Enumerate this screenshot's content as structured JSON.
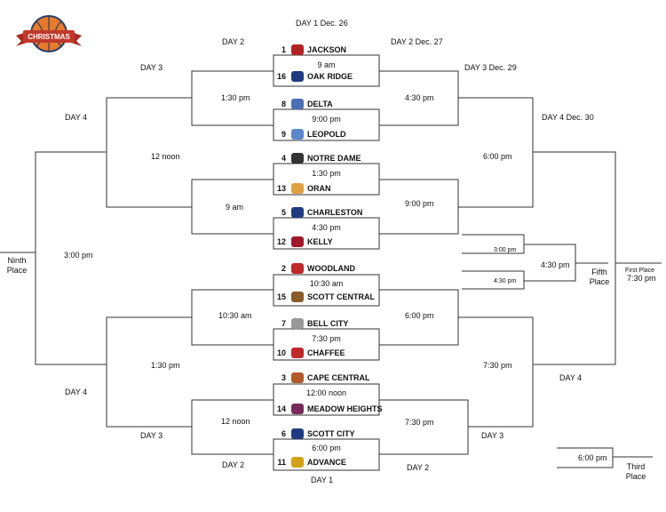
{
  "logo": {
    "text": "CHRISTMAS",
    "colors": {
      "ball": "#e77a2b",
      "ribbon": "#c0392b",
      "rim": "#2c3e66"
    }
  },
  "labels": {
    "day1_top": "DAY 1   Dec. 26",
    "day2_left_top": "DAY 2",
    "day2_right_top": "DAY 2  Dec. 27",
    "day3_left_top": "DAY 3",
    "day3_right_top": "DAY 3  Dec. 29",
    "day4_left_top": "DAY 4",
    "day4_right_top": "DAY 4  Dec. 30",
    "day4_left_bottom": "DAY 4",
    "day4_right_bottom": "DAY 4",
    "day3_left_bottom": "DAY 3",
    "day3_right_bottom": "DAY 3",
    "day2_left_bottom": "DAY 2",
    "day2_right_bottom": "DAY 2",
    "day1_bottom": "DAY 1",
    "ninth_place": "Ninth\nPlace",
    "fifth_place": "Fifth\nPlace",
    "first_place": "First Place",
    "third_place": "Third\nPlace"
  },
  "teams": [
    {
      "seed": "1",
      "name": "JACKSON",
      "icon": "redhawk-icon",
      "color": "#b22222"
    },
    {
      "seed": "16",
      "name": "OAK RIDGE",
      "icon": "eagle-icon",
      "color": "#1f3a80"
    },
    {
      "seed": "8",
      "name": "DELTA",
      "icon": "bluejay-icon",
      "color": "#4a6fb5"
    },
    {
      "seed": "9",
      "name": "LEOPOLD",
      "icon": "wildcat-icon",
      "color": "#5b86c9"
    },
    {
      "seed": "4",
      "name": "NOTRE DAME",
      "icon": "shield-icon",
      "color": "#333333"
    },
    {
      "seed": "13",
      "name": "ORAN",
      "icon": "eagle-icon",
      "color": "#e0a040"
    },
    {
      "seed": "5",
      "name": "CHARLESTON",
      "icon": "bluejay-icon",
      "color": "#1f3a80"
    },
    {
      "seed": "12",
      "name": "KELLY",
      "icon": "hawk-icon",
      "color": "#a0182a"
    },
    {
      "seed": "2",
      "name": "WOODLAND",
      "icon": "cardinal-icon",
      "color": "#c0282a"
    },
    {
      "seed": "15",
      "name": "SCOTT CENTRAL",
      "icon": "wagon-icon",
      "color": "#8a5a2b"
    },
    {
      "seed": "7",
      "name": "BELL CITY",
      "icon": "cub-icon",
      "color": "#999999"
    },
    {
      "seed": "10",
      "name": "CHAFFEE",
      "icon": "devil-icon",
      "color": "#c0282a"
    },
    {
      "seed": "3",
      "name": "CAPE CENTRAL",
      "icon": "tiger-icon",
      "color": "#b05a2a"
    },
    {
      "seed": "14",
      "name": "MEADOW HEIGHTS",
      "icon": "panther-icon",
      "color": "#7a2a5a"
    },
    {
      "seed": "6",
      "name": "SCOTT CITY",
      "icon": "sc-icon",
      "color": "#1f3a80"
    },
    {
      "seed": "11",
      "name": "ADVANCE",
      "icon": "hornet-icon",
      "color": "#d4a017"
    }
  ],
  "round1_times": [
    "9 am",
    "9:00 pm",
    "1:30 pm",
    "4:30 pm",
    "10:30 am",
    "7:30 pm",
    "12:00 noon",
    "6:00 pm"
  ],
  "round2_left_times": [
    "1:30 pm",
    "9 am",
    "10:30 am",
    "12 noon"
  ],
  "round2_right_times": [
    "4:30 pm",
    "9:00 pm",
    "6:00 pm",
    "7:30 pm"
  ],
  "round3_left_times": [
    "12 noon",
    "1:30 pm"
  ],
  "round3_right_times": [
    "6:00 pm",
    "7:30 pm"
  ],
  "ninth_time": "3:00 pm",
  "fifth_times": {
    "a": "3:00 pm",
    "b": "4:30 pm",
    "final": "4:30 pm"
  },
  "first_time": "7:30 pm",
  "third_time": "6:00 pm"
}
